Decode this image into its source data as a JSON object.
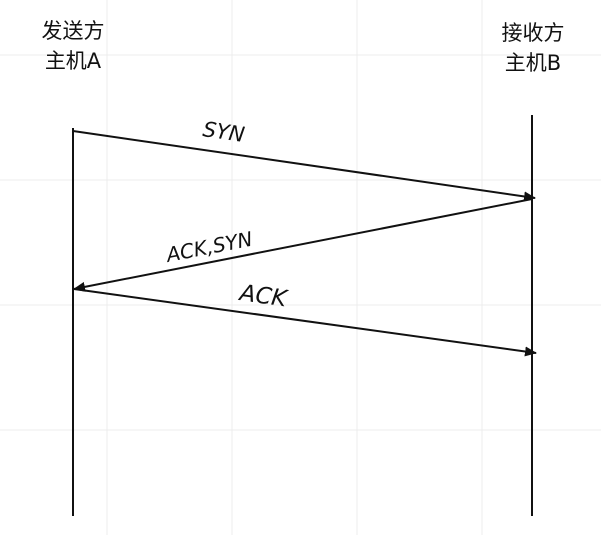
{
  "hosts": {
    "sender": {
      "line1": "发送方",
      "line2": "主机A"
    },
    "receiver": {
      "line1": "接收方",
      "line2": "主机B"
    }
  },
  "messages": [
    {
      "label": "SYN",
      "from": "sender",
      "to": "receiver",
      "order": 1
    },
    {
      "label": "ACK,SYN",
      "from": "receiver",
      "to": "sender",
      "order": 2
    },
    {
      "label": "ACK",
      "from": "sender",
      "to": "receiver",
      "order": 3
    }
  ],
  "colors": {
    "line": "#111111",
    "grid": "#ececec",
    "background": "#ffffff"
  }
}
